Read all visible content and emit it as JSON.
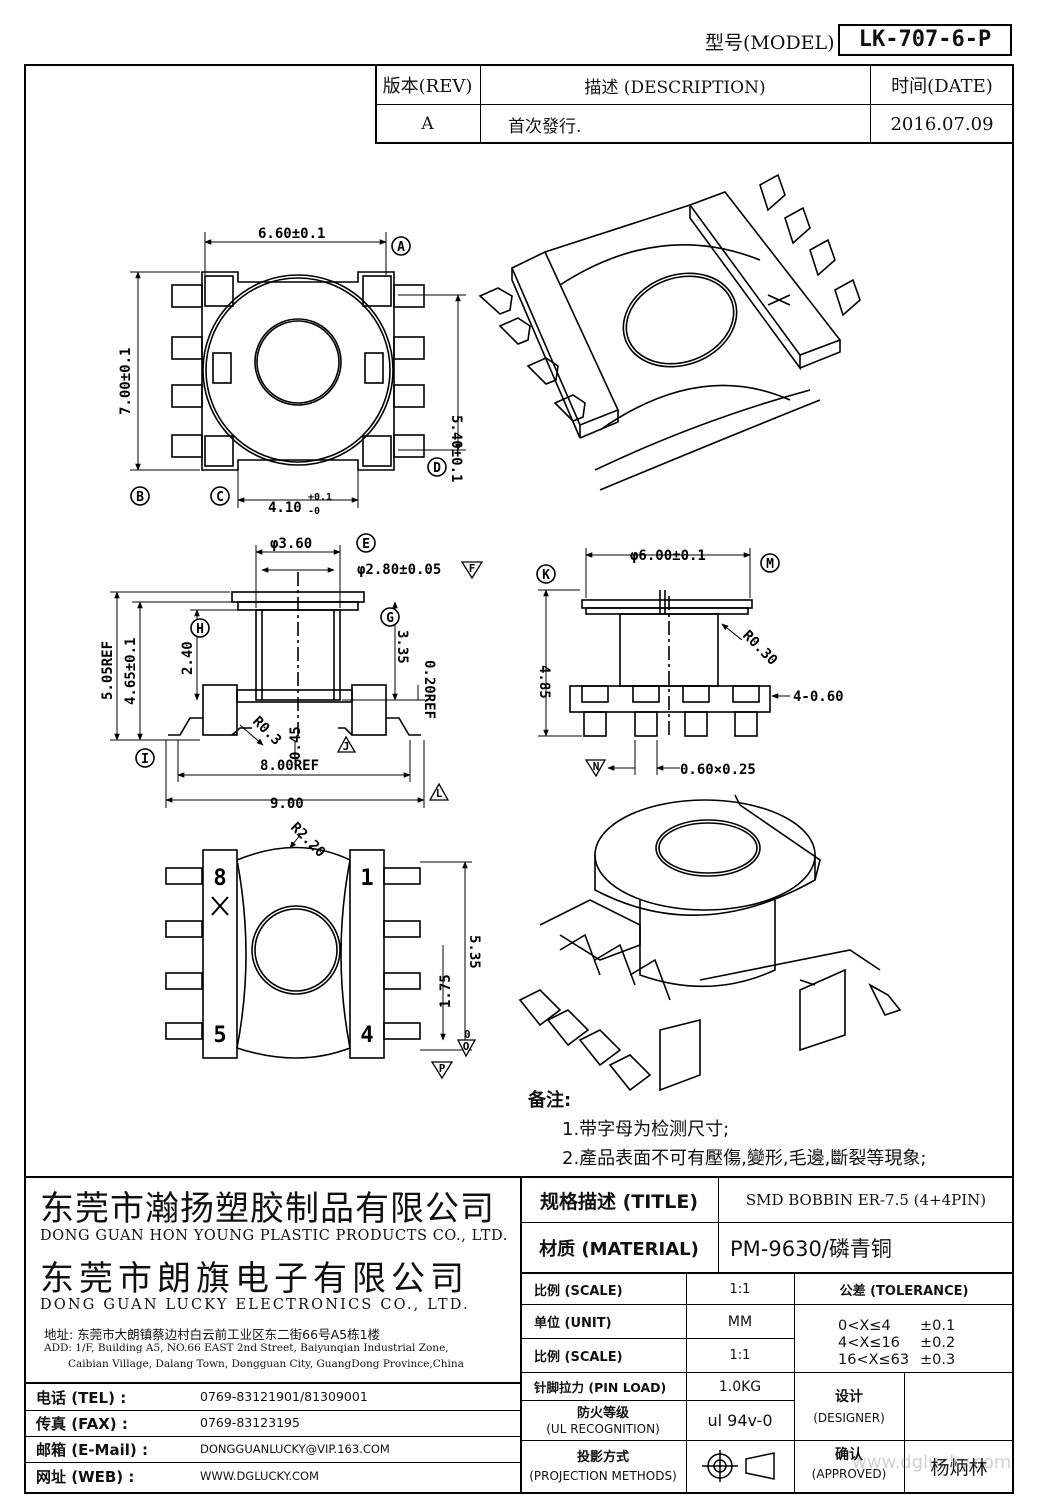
{
  "header": {
    "model_label": "型号(MODEL)",
    "model_value": "LK-707-6-P"
  },
  "revision": {
    "headers": {
      "rev": "版本(REV)",
      "desc": "描述 (DESCRIPTION)",
      "date": "时间(DATE)"
    },
    "rows": [
      {
        "rev": "A",
        "desc": "首次發行.",
        "date": "2016.07.09"
      }
    ]
  },
  "dims": {
    "top_width": "6.60±0.1",
    "left_height": "7.00±0.1",
    "right_height": "5.40±0.1",
    "bottom_width": "4.10",
    "bottom_tol_plus": "+0.1",
    "bottom_tol_minus": "-0",
    "side_d1": "φ3.60",
    "side_d2": "φ2.80±0.05",
    "side_h1": "5.05REF",
    "side_h2": "4.65±0.1",
    "side_h3": "2.40",
    "side_h4": "3.35",
    "side_h5": "0.20REF",
    "side_h6": "0.45",
    "side_r": "R0.3",
    "side_w1": "8.00REF",
    "side_w2": "9.00",
    "front_d": "φ6.00±0.1",
    "front_r": "R0.30",
    "front_h": "4.85",
    "front_pins": "4-0.60",
    "front_pin_size": "0.60×0.25",
    "bottom_r": "R2.20",
    "bottom_h1": "5.35",
    "bottom_h2": "1.75",
    "bottom_h3": "0",
    "pin_labels": [
      "8",
      "1",
      "5",
      "4"
    ]
  },
  "markers": [
    "A",
    "B",
    "C",
    "D",
    "E",
    "F",
    "G",
    "H",
    "I",
    "J",
    "K",
    "M",
    "N",
    "L",
    "O",
    "P"
  ],
  "notes": {
    "title": "备注:",
    "items": [
      "1.带字母为检测尺寸;",
      "2.產品表面不可有壓傷,變形,毛邊,斷裂等現象;"
    ]
  },
  "company": {
    "name_cn1": "东莞市瀚扬塑胶制品有限公司",
    "name_en1": "DONG GUAN HON YOUNG PLASTIC PRODUCTS CO., LTD.",
    "name_cn2": "东莞市朗旗电子有限公司",
    "name_en2": "DONG GUAN LUCKY ELECTRONICS CO., LTD.",
    "addr_cn": "地址: 东莞市大朗镇蔡边村白云前工业区东二街66号A5栋1楼",
    "addr_en1": "ADD: 1/F, Building A5, NO.66 EAST 2nd Street, Baiyunqian Industrial Zone,",
    "addr_en2": "Caibian Village, Dalang Town, Dongguan City, GuangDong Province,China"
  },
  "contact": [
    {
      "label": "电话 (TEL) :",
      "value": "0769-83121901/81309001"
    },
    {
      "label": "传真 (FAX) :",
      "value": "0769-83123195"
    },
    {
      "label": "邮箱 (E-Mail) :",
      "value": "DONGGUANLUCKY@VIP.163.COM"
    },
    {
      "label": "网址 (WEB) :",
      "value": "WWW.DGLUCKY.COM"
    }
  ],
  "spec": {
    "title_label": "规格描述 (TITLE)",
    "title_value": "SMD BOBBIN ER-7.5 (4+4PIN)",
    "material_label": "材质 (MATERIAL)",
    "material_value": "PM-9630/磷青铜",
    "rows": [
      {
        "label": "比例 (SCALE)",
        "value": "1:1"
      },
      {
        "label": "单位 (UNIT)",
        "value": "MM"
      },
      {
        "label": "比例 (SCALE)",
        "value": "1:1"
      },
      {
        "label": "针脚拉力 (PIN LOAD)",
        "value": "1.0KG"
      },
      {
        "label1": "防火等级",
        "label2": "(UL RECOGNITION)",
        "value": "ul 94v-0"
      },
      {
        "label": "投影方式",
        "label2": "(PROJECTION METHODS)"
      }
    ],
    "tolerance_label": "公差 (TOLERANCE)",
    "tolerance": [
      {
        "range": "0<X≤4",
        "tol": "±0.1"
      },
      {
        "range": "4<X≤16",
        "tol": "±0.2"
      },
      {
        "range": "16<X≤63",
        "tol": "±0.3"
      }
    ],
    "designer_label1": "设计",
    "designer_label2": "(DESIGNER)",
    "approved_label1": "确认",
    "approved_label2": "(APPROVED)",
    "approved_value": "杨炳林",
    "watermark": "www.dglucky.com"
  }
}
